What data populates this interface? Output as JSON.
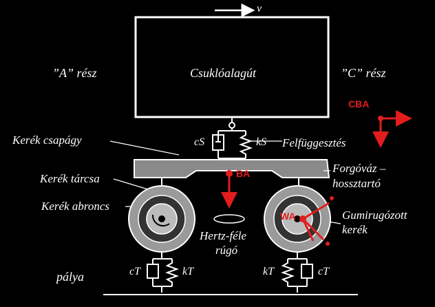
{
  "labels": {
    "part_a": "”A” rész",
    "part_c": "”C” rész",
    "csukloalagut": "Csuklóalagút",
    "kerek_csapagy": "Kerék csapágy",
    "felfuggesztes": "Felfüggesztés",
    "forgovaz_line1": "Forgóváz –",
    "forgovaz_line2": "hossztartó",
    "kerek_tarcsa": "Kerék tárcsa",
    "kerek_abroncs": "Kerék abroncs",
    "gumirugozott_line1": "Gumirugózott",
    "gumirugozott_line2": "kerék",
    "hertz_line1": "Hertz-féle",
    "hertz_line2": "rúgó",
    "palya": "pálya"
  },
  "markers": {
    "cba": "CBA",
    "ba": "BA",
    "wa": "WA",
    "velocity": "v"
  },
  "symbols": {
    "c_s": "cS",
    "k_s": "kS",
    "c_t_left": "cT",
    "k_t_left": "kT",
    "k_t_right": "kT",
    "c_t_right": "cT"
  },
  "colors": {
    "background": "#000000",
    "structure_fill": "#8a8a8a",
    "wheel_fill": "#9a9a9a",
    "marker_red": "#e21d1d",
    "line": "#ffffff"
  }
}
